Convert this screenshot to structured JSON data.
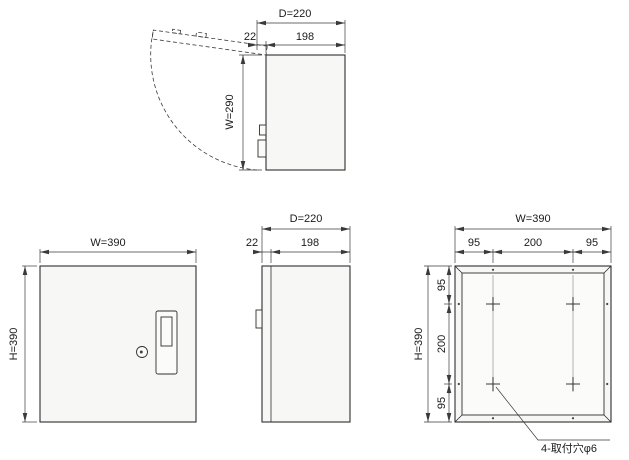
{
  "drawing": {
    "top_view": {
      "depth": "D=220",
      "door": "22",
      "body": "198",
      "width": "W=290"
    },
    "front_view": {
      "width": "W=390",
      "height": "H=390"
    },
    "side_view": {
      "depth": "D=220",
      "door": "22",
      "body": "198"
    },
    "back_view": {
      "width": "W=390",
      "height": "H=390",
      "width_segments": [
        "95",
        "200",
        "95"
      ],
      "height_segments": [
        "95",
        "200",
        "95"
      ],
      "hole_note": "4-取付穴φ6"
    },
    "colors": {
      "line": "#2f2f2f",
      "dim": "#3a3a3a",
      "fill": "#f7f7f5"
    }
  }
}
